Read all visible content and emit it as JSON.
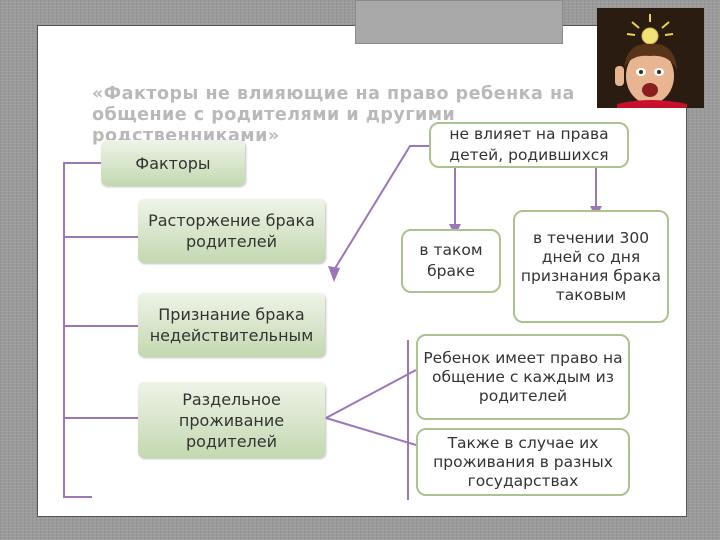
{
  "title": "«Факторы не влияющие на право ребенка на общение с родителями и другими родственниками»",
  "factors": {
    "root": "Факторы",
    "items": [
      "Расторжение брака родителей",
      "Признание брака недействительным",
      "Раздельное проживание родителей"
    ]
  },
  "right": {
    "top": "не влияет на права детей, родившихся",
    "in_marriage": "в таком браке",
    "within_days": "в течении 300 дней со дня признания брака таковым",
    "child_right": "Ребенок имеет право на общение с каждым из родителей",
    "abroad": "Также в случае их проживания в разных государствах"
  },
  "colors": {
    "box_fill": "#c3d8b0",
    "box_border": "#a9c48e",
    "connector": "#9b77b8"
  }
}
